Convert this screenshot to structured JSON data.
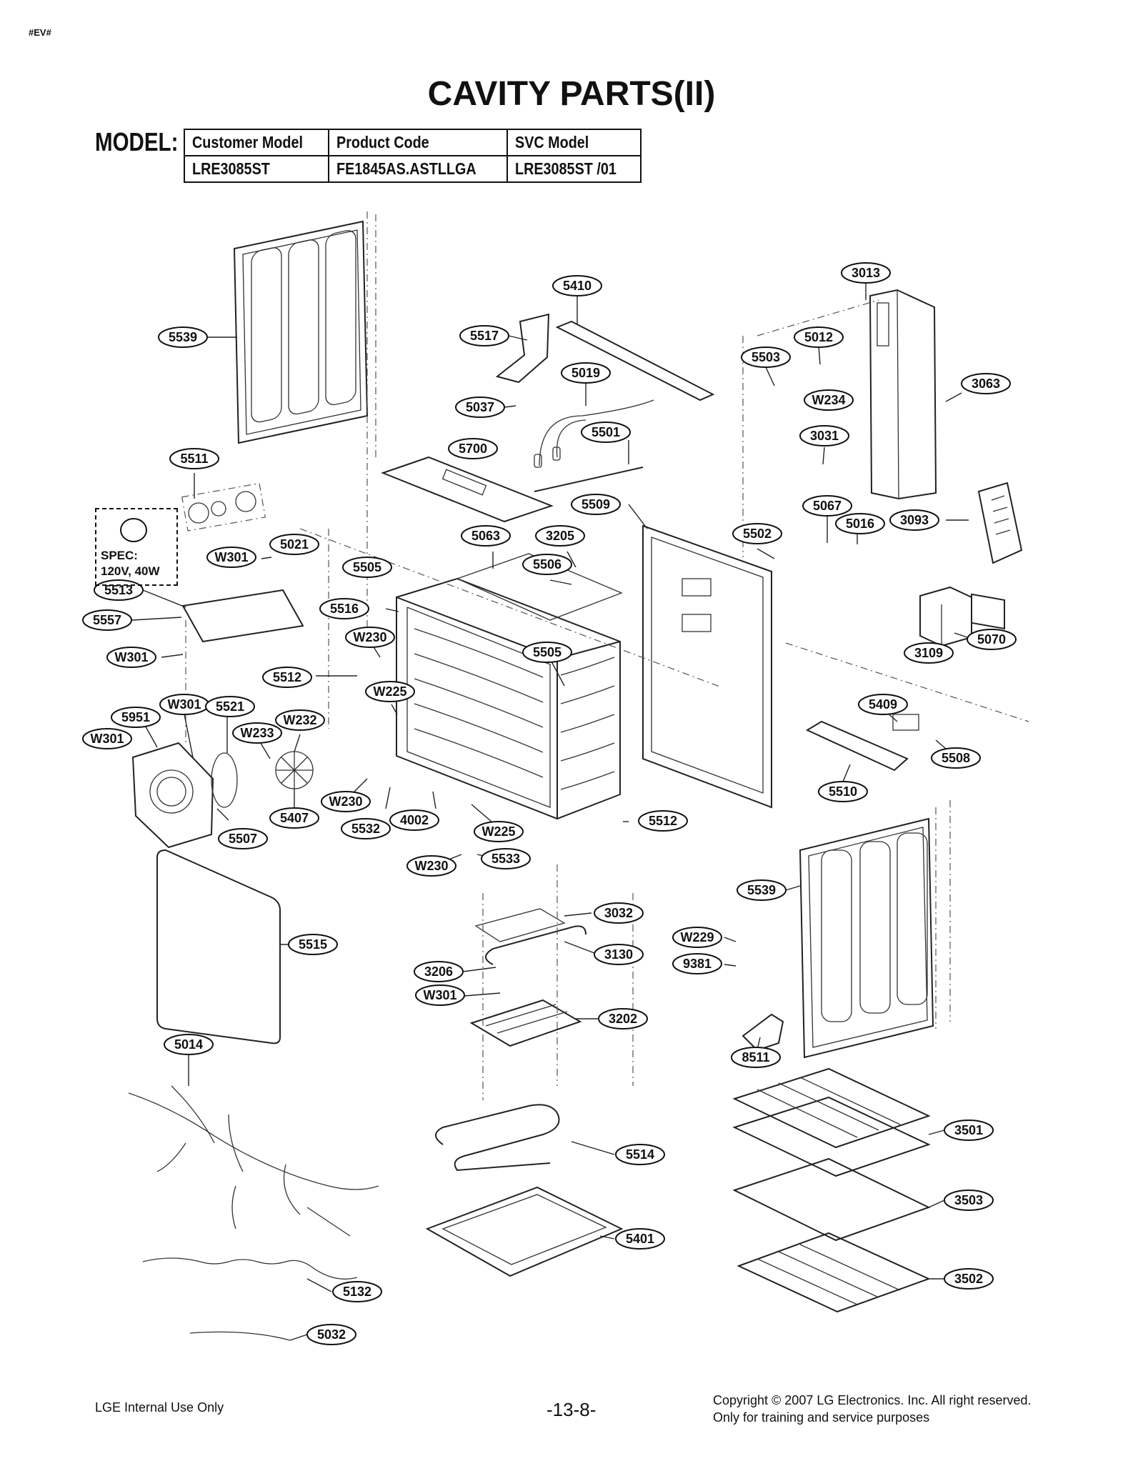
{
  "page": {
    "corner_tag": "#EV#",
    "title": "CAVITY PARTS(II)"
  },
  "model": {
    "label": "MODEL:",
    "headers": [
      "Customer Model",
      "Product Code",
      "SVC Model"
    ],
    "values": [
      "LRE3085ST",
      "FE1845AS.ASTLLGA",
      "LRE3085ST /01"
    ]
  },
  "spec": {
    "line1": "SPEC:",
    "line2": "120V, 40W"
  },
  "callouts": [
    "5539",
    "5410",
    "3013",
    "5517",
    "5012",
    "5503",
    "5019",
    "3063",
    "W234",
    "5037",
    "3031",
    "5501",
    "5700",
    "5511",
    "5509",
    "5067",
    "5016",
    "3093",
    "5063",
    "3205",
    "5502",
    "W301",
    "5021",
    "5505",
    "5506",
    "5513",
    "5516",
    "5557",
    "W230",
    "5070",
    "W301",
    "3109",
    "5512",
    "5505",
    "W225",
    "5409",
    "W301",
    "5521",
    "5951",
    "W232",
    "W233",
    "W301",
    "5508",
    "5510",
    "W230",
    "5407",
    "5532",
    "4002",
    "W225",
    "5512",
    "5507",
    "5533",
    "W230",
    "5539",
    "3032",
    "W229",
    "5515",
    "3130",
    "9381",
    "3206",
    "W301",
    "3202",
    "8511",
    "5014",
    "3501",
    "5514",
    "3503",
    "5401",
    "3502",
    "5132",
    "5032"
  ],
  "footer": {
    "left": "LGE Internal Use Only",
    "page_number": "-13-8-",
    "copyright": "Copyright © 2007 LG Electronics. Inc. All right reserved.",
    "note": "Only for training and service purposes"
  }
}
